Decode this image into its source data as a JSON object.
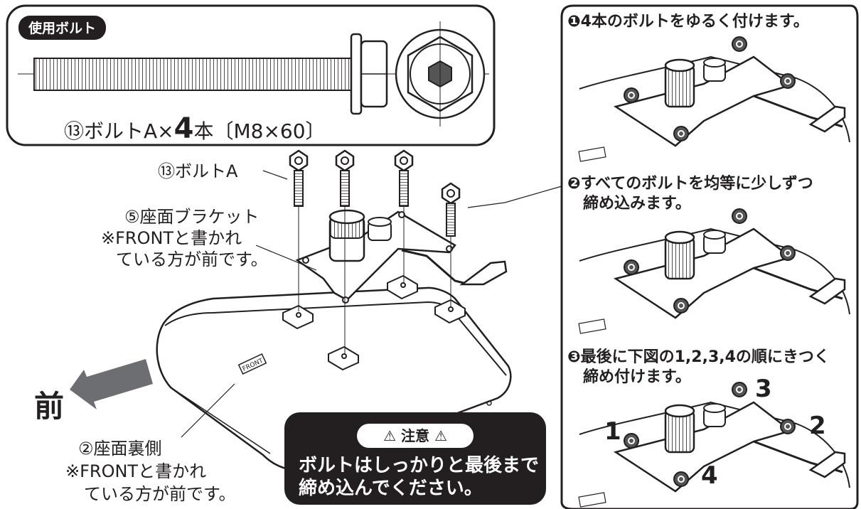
{
  "bolt_panel": {
    "badge": "使用ボルト",
    "caption_prefix": "⑬ボルトA×",
    "caption_count": "4",
    "caption_suffix": "本〔M8×60〕"
  },
  "main": {
    "bolt_label": "⑬ボルトA",
    "bracket_label": [
      "⑤座面ブラケット",
      "※FRONTと書かれ",
      "ている方が前です。"
    ],
    "front_word": "前",
    "seat_label": [
      "②座面裏側",
      "※FRONTと書かれ",
      "ている方が前です。"
    ],
    "front_stamp": "FRONT"
  },
  "caution": {
    "title": "注意",
    "text": [
      "ボルトはしっかりと最後まで",
      "締め込んでください。"
    ]
  },
  "steps": [
    {
      "lines": [
        "❶4本のボルトをゆるく付けます。"
      ]
    },
    {
      "lines": [
        "❷すべてのボルトを均等に少しずつ",
        "締め込みます。"
      ]
    },
    {
      "lines": [
        "❸最後に下図の1,2,3,4の順にきつく",
        "締め付けます。"
      ]
    }
  ],
  "order_numbers": [
    "1",
    "2",
    "3",
    "4"
  ],
  "colors": {
    "ink": "#231f20",
    "arrow": "#6d6e71",
    "paper": "#ffffff",
    "shade": "#e6e6e6"
  }
}
